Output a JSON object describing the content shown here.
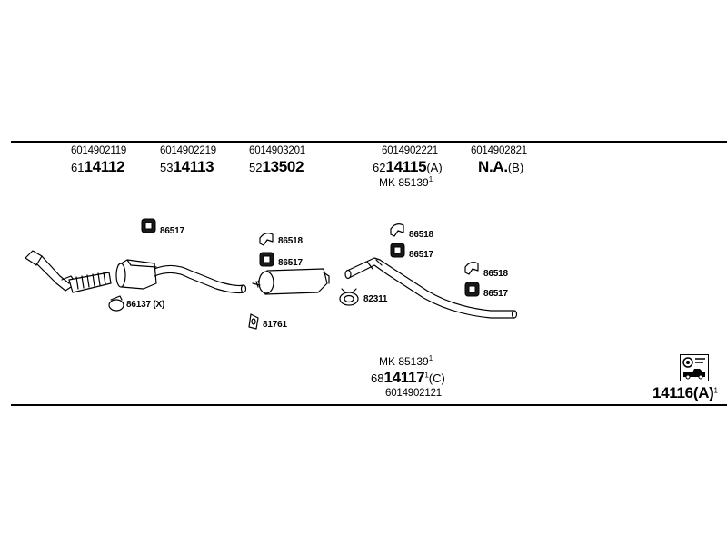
{
  "parts": {
    "p1": {
      "code": "6014902119",
      "prefix": "61",
      "number": "14112"
    },
    "p2": {
      "code": "6014902219",
      "prefix": "53",
      "number": "14113"
    },
    "p3": {
      "code": "6014903201",
      "prefix": "52",
      "number": "13502"
    },
    "p4": {
      "code": "6014902221",
      "prefix": "62",
      "number": "14115",
      "suffix": "(A)",
      "mk": "MK  85139",
      "mk_sup": "1"
    },
    "p5": {
      "code": "6014902821",
      "number": "N.A.",
      "suffix": "(B)"
    },
    "bottom": {
      "mk": "MK  85139",
      "mk_sup": "1",
      "prefix": "68",
      "number": "14117",
      "sup": "1",
      "suffix": "(C)",
      "code": "6014902121"
    },
    "total": {
      "number": "14116(A)",
      "sup": "1"
    }
  },
  "callouts": {
    "c86517_a": "86517",
    "c86137": "86137 (X)",
    "c86518_a": "86518",
    "c86517_b": "86517",
    "c81761": "81761",
    "c82311": "82311",
    "c86518_b": "86518",
    "c86517_c": "86517",
    "c86518_c": "86518",
    "c86517_d": "86517"
  },
  "icons": {
    "legend": "car-parts-legend-icon"
  }
}
